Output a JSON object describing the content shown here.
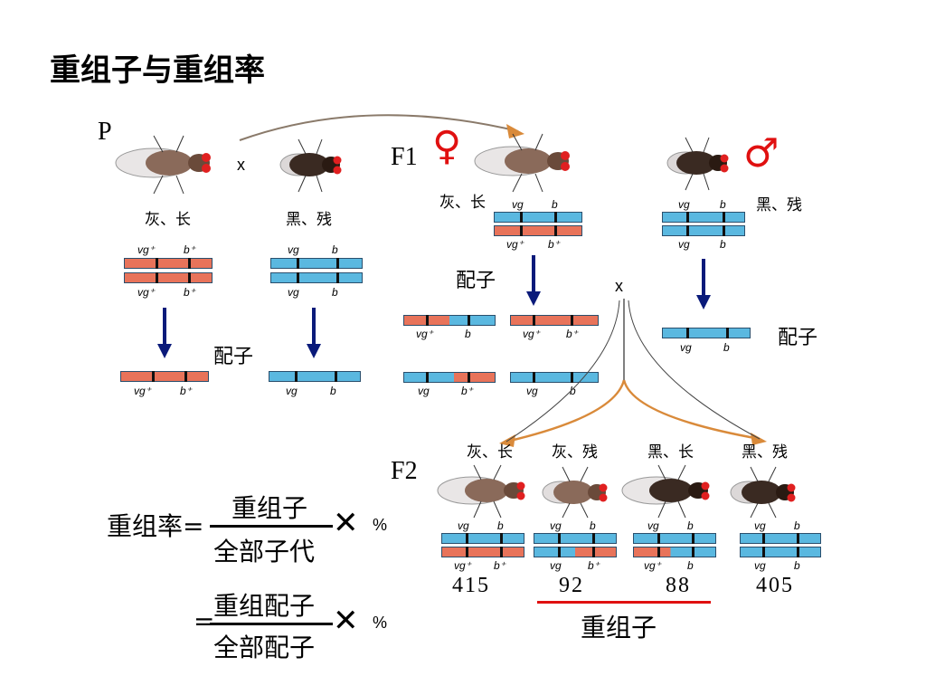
{
  "title": "重组子与重组率",
  "gen_p": "P",
  "gen_f1": "F1",
  "gen_f2": "F2",
  "cross": "x",
  "female_symbol": "♀",
  "male_symbol": "♂",
  "pheno_gray_long": "灰、长",
  "pheno_black_vestigial": "黑、残",
  "pheno_gray_vestigial": "灰、残",
  "pheno_black_long": "黑、长",
  "gamete_label": "配子",
  "allele_vg_plus": "vg⁺",
  "allele_b_plus": "b⁺",
  "allele_vg": "vg",
  "allele_b": "b",
  "counts": [
    "415",
    "92",
    "88",
    "405"
  ],
  "recombinant_label": "重组子",
  "formula": {
    "lhs": "重组率=",
    "num1": "重组子",
    "den1": "全部子代",
    "eq2": "=",
    "num2": "重组配子",
    "den2": "全部配子",
    "times": "✕",
    "pct": "%"
  },
  "colors": {
    "red_chrom": "#e8735a",
    "blue_chrom": "#5ab8e0",
    "arrow_dark": "#0a1a7a",
    "arrow_orange": "#d98a3a",
    "sex_symbol": "#e01010",
    "underline": "#e01010"
  }
}
